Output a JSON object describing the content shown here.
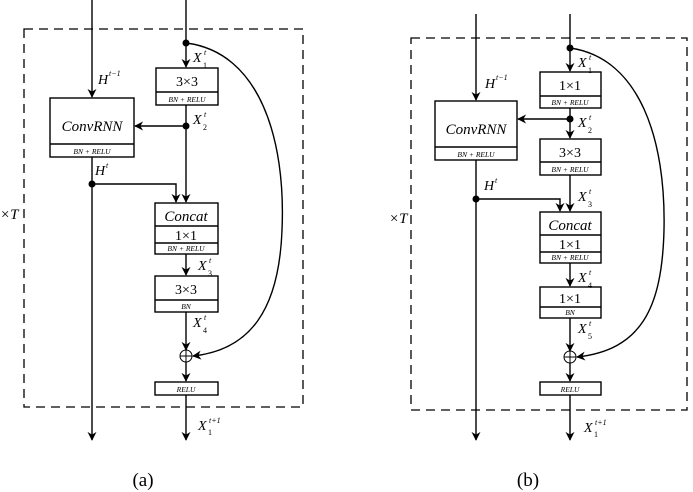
{
  "figure": {
    "panel_a": {
      "caption": "(a)",
      "repeat_label": "×T",
      "blocks": {
        "conv1": {
          "title": "3×3",
          "sub": "BN + RELU"
        },
        "convrnn": {
          "title": "ConvRNN",
          "sub": "BN + RELU"
        },
        "concat": {
          "title": "Concat",
          "mid": "1×1",
          "sub": "BN + RELU"
        },
        "conv3": {
          "title": "3×3",
          "sub": "BN"
        },
        "relu": {
          "title": "RELU"
        }
      },
      "labels": {
        "h_prev": {
          "base": "H",
          "sup": "t−1"
        },
        "h_t": {
          "base": "H",
          "sup": "t"
        },
        "x1": {
          "base": "X",
          "sup": "t",
          "sub": "1"
        },
        "x2": {
          "base": "X",
          "sup": "t",
          "sub": "2"
        },
        "x3": {
          "base": "X",
          "sup": "t",
          "sub": "3"
        },
        "x4": {
          "base": "X",
          "sup": "t",
          "sub": "4"
        },
        "x_out": {
          "base": "X",
          "sup": "t+1",
          "sub": "1"
        }
      },
      "add_symbol": "⊕"
    },
    "panel_b": {
      "caption": "(b)",
      "repeat_label": "×T",
      "blocks": {
        "conv1": {
          "title": "1×1",
          "sub": "BN + RELU"
        },
        "convrnn": {
          "title": "ConvRNN",
          "sub": "BN + RELU"
        },
        "conv2": {
          "title": "3×3",
          "sub": "BN + RELU"
        },
        "concat": {
          "title": "Concat",
          "mid": "1×1",
          "sub": "BN + RELU"
        },
        "conv4": {
          "title": "1×1",
          "sub": "BN"
        },
        "relu": {
          "title": "RELU"
        }
      },
      "labels": {
        "h_prev": {
          "base": "H",
          "sup": "t−1"
        },
        "h_t": {
          "base": "H",
          "sup": "t"
        },
        "x1": {
          "base": "X",
          "sup": "t",
          "sub": "1"
        },
        "x2": {
          "base": "X",
          "sup": "t",
          "sub": "2"
        },
        "x3": {
          "base": "X",
          "sup": "t",
          "sub": "3"
        },
        "x4": {
          "base": "X",
          "sup": "t",
          "sub": "4"
        },
        "x5": {
          "base": "X",
          "sup": "t",
          "sub": "5"
        },
        "x_out": {
          "base": "X",
          "sup": "t+1",
          "sub": "1"
        }
      },
      "add_symbol": "⊕"
    }
  }
}
